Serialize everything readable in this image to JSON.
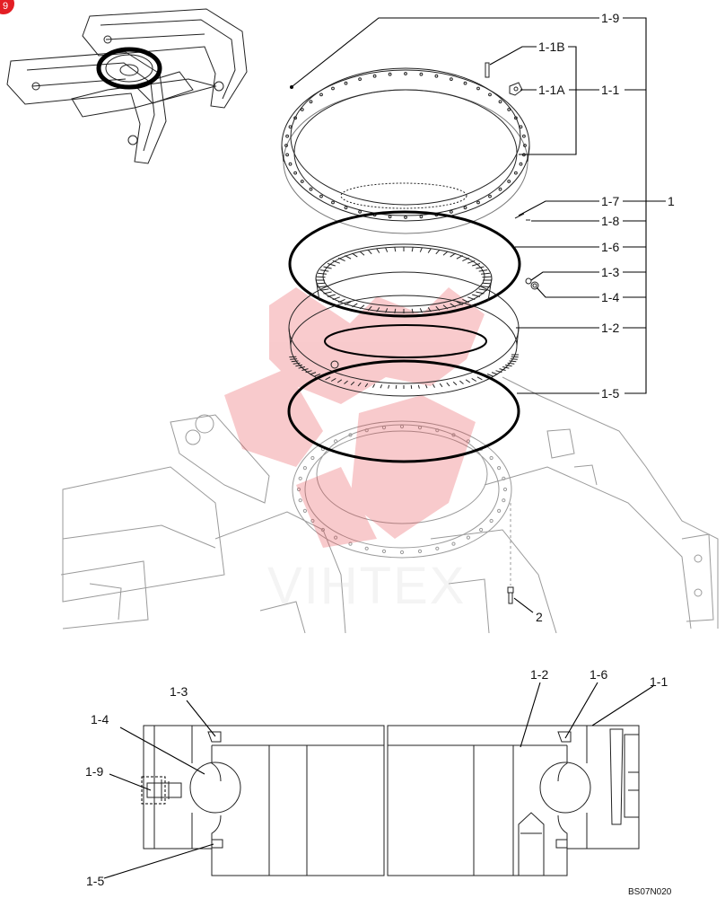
{
  "page": {
    "badge": "9",
    "watermark": "VIHTEX",
    "drawing_code": "BS07N020"
  },
  "exploded_labels": {
    "l_1_9": "1-9",
    "l_1_1B": "1-1B",
    "l_1_1A": "1-1A",
    "l_1_1": "1-1",
    "l_1_7": "1-7",
    "l_1": "1",
    "l_1_8": "1-8",
    "l_1_6": "1-6",
    "l_1_3": "1-3",
    "l_1_4": "1-4",
    "l_1_2": "1-2",
    "l_1_5": "1-5",
    "l_2": "2"
  },
  "section_labels": {
    "s_1_3": "1-3",
    "s_1_4": "1-4",
    "s_1_9": "1-9",
    "s_1_5": "1-5",
    "s_1_2": "1-2",
    "s_1_6": "1-6",
    "s_1_1": "1-1"
  },
  "colors": {
    "line": "#000000",
    "frame_line": "#9a9a9a",
    "watermark_red": "#e8464a",
    "watermark_gray": "#d8d8d8",
    "badge": "#e31e24"
  }
}
